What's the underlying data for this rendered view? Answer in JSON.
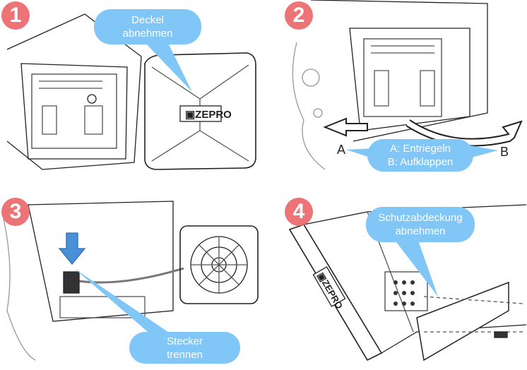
{
  "steps": [
    {
      "number": "1",
      "callout": [
        "Deckel",
        "abnehmen"
      ],
      "logo": "ZEPRO"
    },
    {
      "number": "2",
      "callout": [
        "A: Entriegeln",
        "B: Aufklappen"
      ],
      "label_a": "A",
      "label_b": "B"
    },
    {
      "number": "3",
      "callout": [
        "Stecker",
        "trennen"
      ]
    },
    {
      "number": "4",
      "callout": [
        "Schutzabdeckung",
        "abnehmen"
      ],
      "logo": "ZEPRO"
    }
  ],
  "colors": {
    "badge": "#ec6d6f",
    "callout": "#80c6f6",
    "arrow": "#4a90d9"
  }
}
